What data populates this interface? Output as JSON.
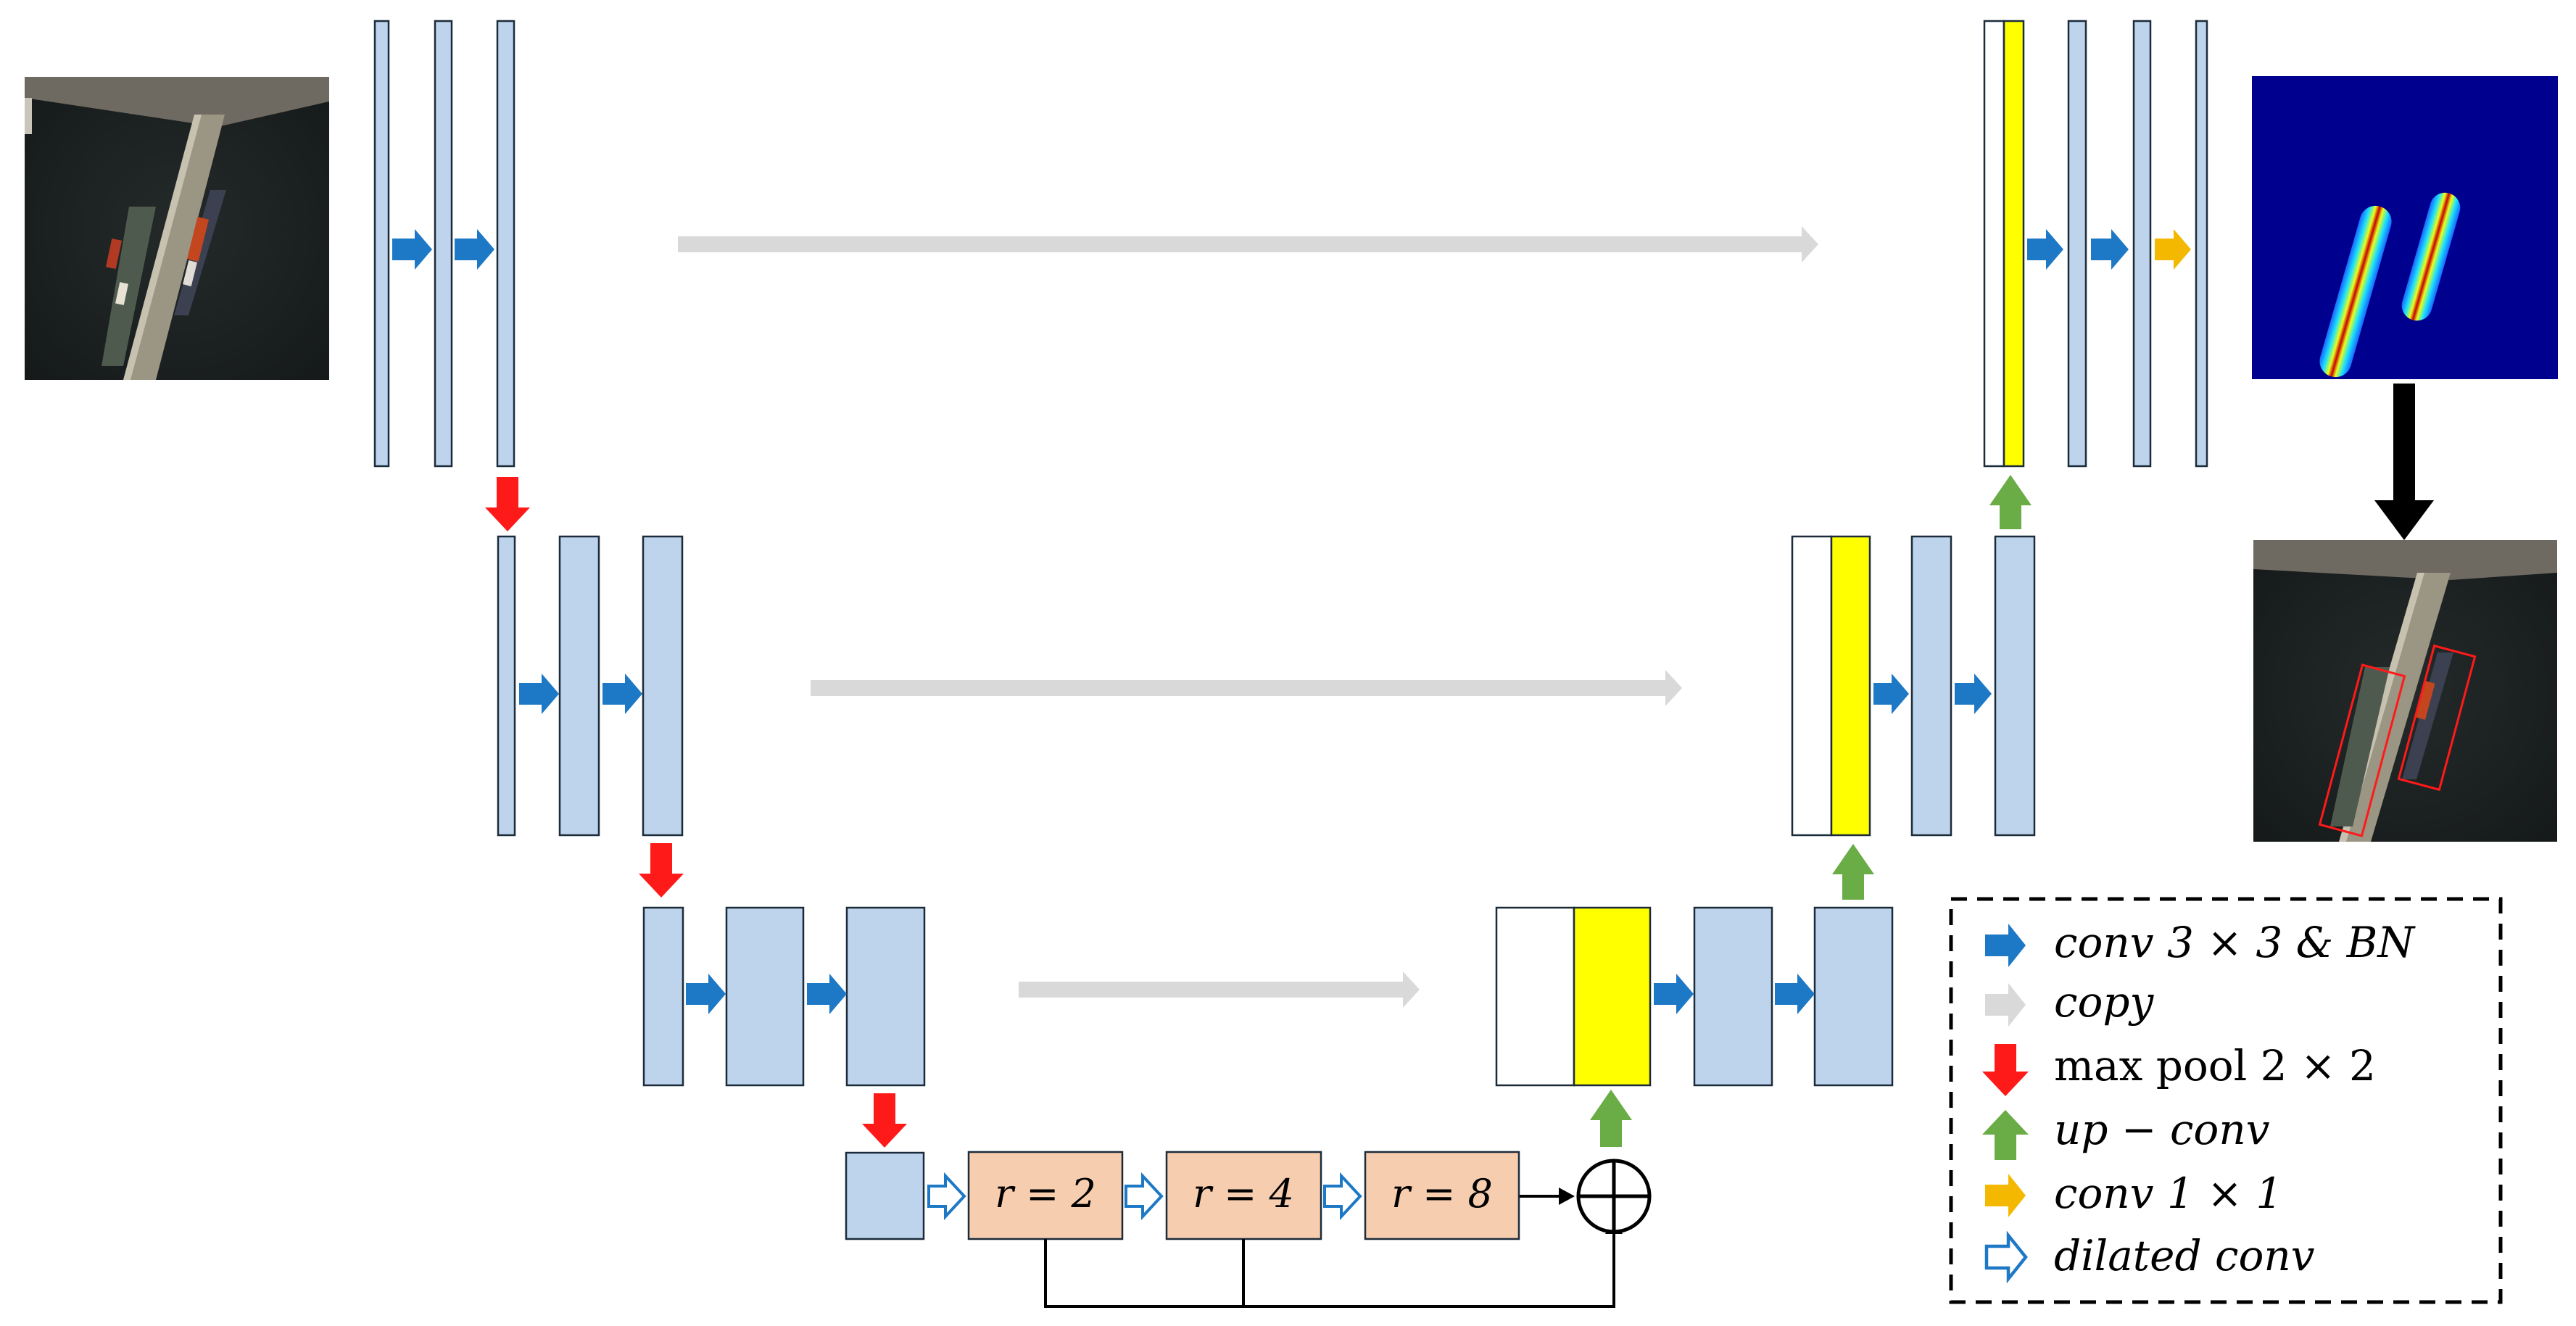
{
  "dilation_blocks": [
    {
      "label": "r = 2"
    },
    {
      "label": "r = 4"
    },
    {
      "label": "r = 8"
    }
  ],
  "legend": {
    "items": [
      {
        "key": "conv3",
        "text": "conv 3 × 3 & BN",
        "color": "#1d78c6",
        "icon": "blue-arrow-icon"
      },
      {
        "key": "copy",
        "text": "copy",
        "color": "#d9d9d9",
        "icon": "gray-arrow-icon"
      },
      {
        "key": "maxpool",
        "text": "max pool 2 × 2",
        "color": "#ff1a1a",
        "icon": "red-down-arrow-icon"
      },
      {
        "key": "upconv",
        "text": "up − conv",
        "color": "#6aac46",
        "icon": "green-up-arrow-icon"
      },
      {
        "key": "conv1",
        "text": "conv 1 × 1",
        "color": "#f5b800",
        "icon": "yellow-arrow-icon"
      },
      {
        "key": "dilated",
        "text": "dilated conv",
        "color": "#1d78c6",
        "icon": "hollow-arrow-icon"
      }
    ]
  },
  "colors": {
    "feature_map": "#bdd4ec",
    "concat": "#ffff00",
    "dilation_block": "#f7cdaf",
    "heatmap_bg": "#00008f"
  }
}
